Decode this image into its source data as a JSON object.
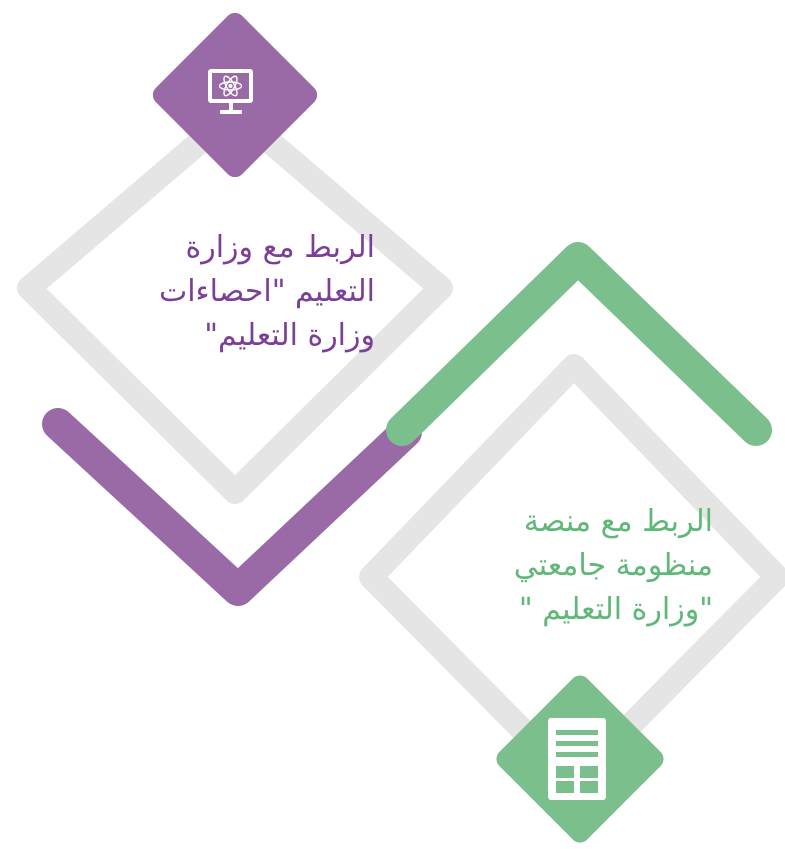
{
  "colors": {
    "purple": "#9a6aa6",
    "purple_text": "#7b3f98",
    "green": "#7bbf8c",
    "green_text": "#5fb878",
    "gray": "#e5e5e5",
    "white": "#ffffff"
  },
  "cards": [
    {
      "id": "statistics",
      "icon": "monitor-atom-icon",
      "lines": [
        "الربط مع وزارة",
        "التعليم \"احصاءات",
        "وزارة التعليم\""
      ]
    },
    {
      "id": "jamiati",
      "icon": "document-layout-icon",
      "lines": [
        "الربط مع منصة",
        "منظومة جامعتي",
        "\"وزارة التعليم \""
      ]
    }
  ]
}
